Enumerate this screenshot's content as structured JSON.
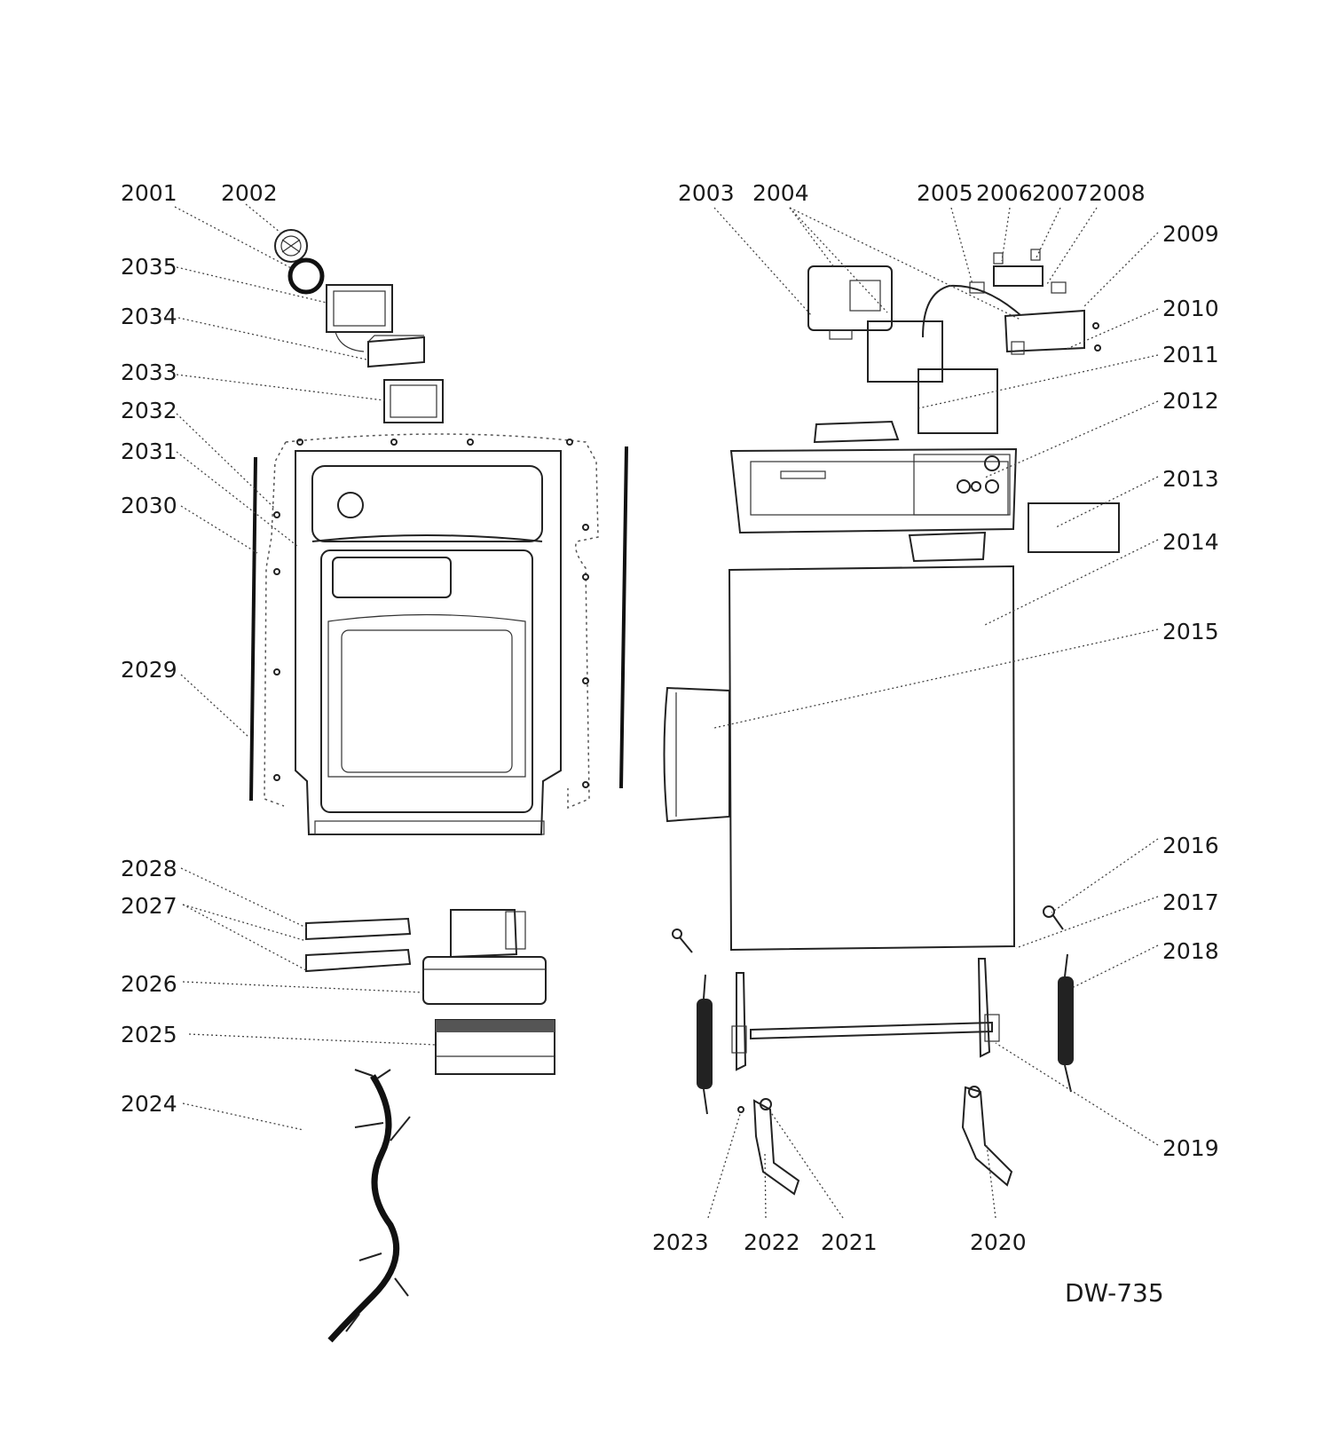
{
  "diagram_code": "DW-735",
  "parts": [
    {
      "id": "2001"
    },
    {
      "id": "2002"
    },
    {
      "id": "2003"
    },
    {
      "id": "2004"
    },
    {
      "id": "2005"
    },
    {
      "id": "2006"
    },
    {
      "id": "2007"
    },
    {
      "id": "2008"
    },
    {
      "id": "2009"
    },
    {
      "id": "2010"
    },
    {
      "id": "2011"
    },
    {
      "id": "2012"
    },
    {
      "id": "2013"
    },
    {
      "id": "2014"
    },
    {
      "id": "2015"
    },
    {
      "id": "2016"
    },
    {
      "id": "2017"
    },
    {
      "id": "2018"
    },
    {
      "id": "2019"
    },
    {
      "id": "2020"
    },
    {
      "id": "2021"
    },
    {
      "id": "2022"
    },
    {
      "id": "2023"
    },
    {
      "id": "2024"
    },
    {
      "id": "2025"
    },
    {
      "id": "2026"
    },
    {
      "id": "2027"
    },
    {
      "id": "2028"
    },
    {
      "id": "2029"
    },
    {
      "id": "2030"
    },
    {
      "id": "2031"
    },
    {
      "id": "2032"
    },
    {
      "id": "2033"
    },
    {
      "id": "2034"
    },
    {
      "id": "2035"
    }
  ]
}
